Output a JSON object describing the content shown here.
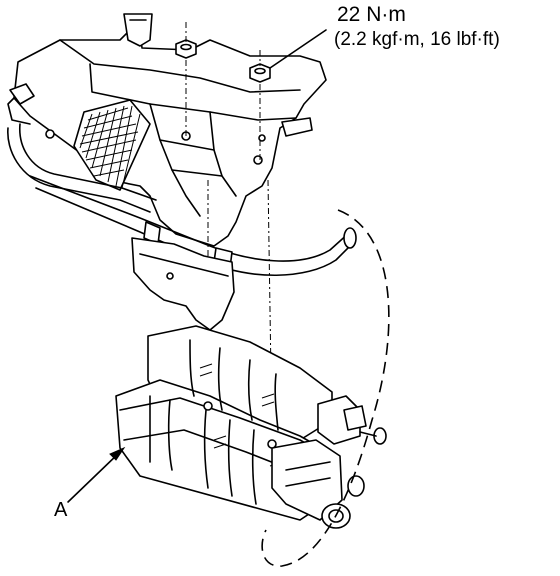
{
  "labels": {
    "torque_value": "22 N·m",
    "torque_units": "(2.2 kgf·m, 16 lbf·ft)",
    "callout_a": "A"
  },
  "colors": {
    "line": "#000000",
    "background": "#ffffff"
  }
}
